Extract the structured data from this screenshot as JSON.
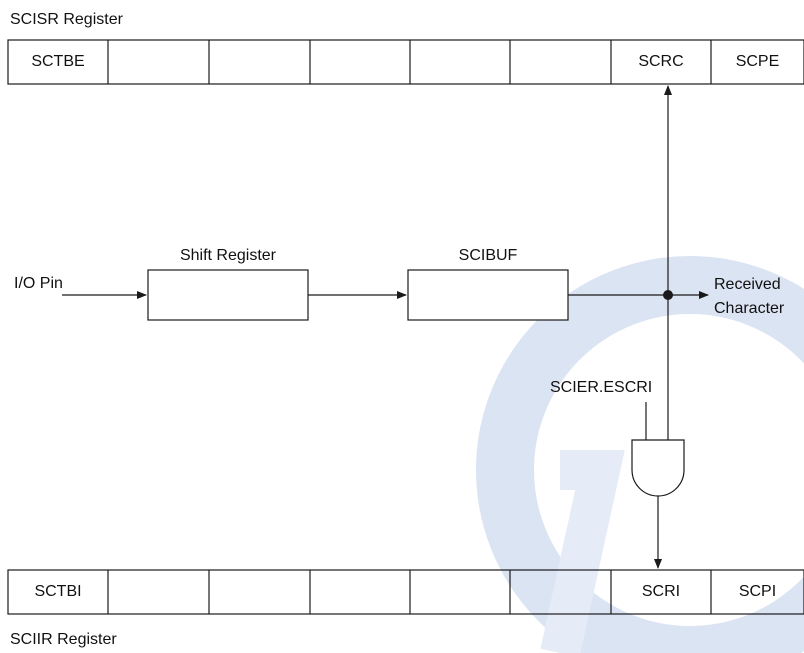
{
  "colors": {
    "line": "#1a1a1a",
    "watermark": "#dbe4f3"
  },
  "scisr": {
    "title": "SCISR Register",
    "cells": [
      "SCTBE",
      "",
      "",
      "",
      "",
      "",
      "SCRC",
      "SCPE"
    ]
  },
  "sciir": {
    "title": "SCIIR Register",
    "cells": [
      "SCTBI",
      "",
      "",
      "",
      "",
      "",
      "SCRI",
      "SCPI"
    ]
  },
  "blocks": {
    "io_pin": "I/O Pin",
    "shift_register": "Shift Register",
    "scibuf": "SCIBUF",
    "received_line1": "Received",
    "received_line2": "Character",
    "enable_signal": "SCIER.ESCRI"
  }
}
